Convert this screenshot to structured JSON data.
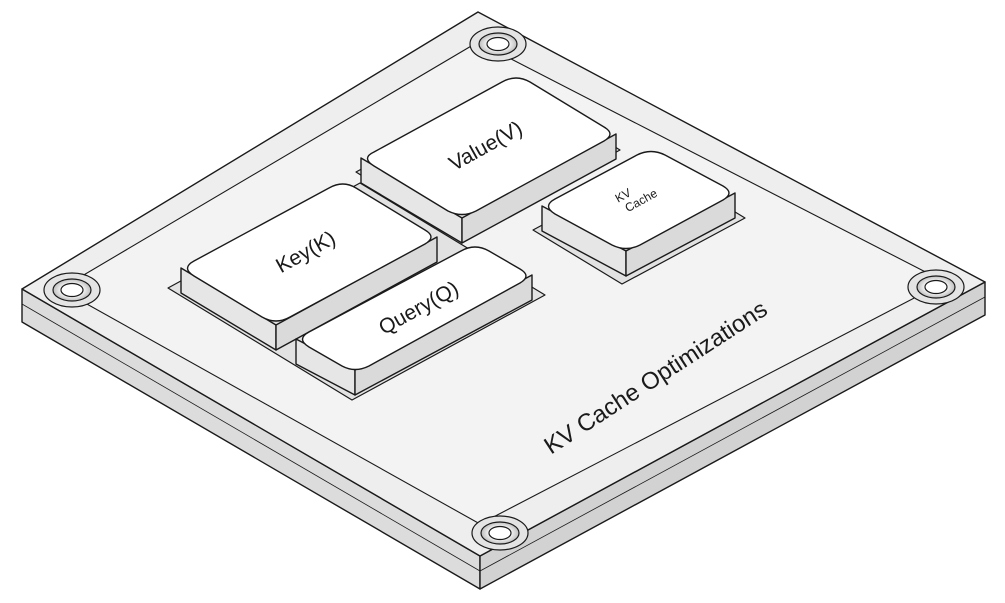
{
  "diagram": {
    "title": "KV Cache Optimizations",
    "blocks": {
      "key": "Key(K)",
      "query": "Query(Q)",
      "value": "Value(V)",
      "cache_line1": "KV",
      "cache_line2": "Cache"
    }
  },
  "colors": {
    "plate_top": "#eeeeee",
    "plate_side": "#dcdcdc",
    "block_top": "#ffffff",
    "block_side": "#e6e6e6",
    "outline": "#1a1a1a"
  }
}
